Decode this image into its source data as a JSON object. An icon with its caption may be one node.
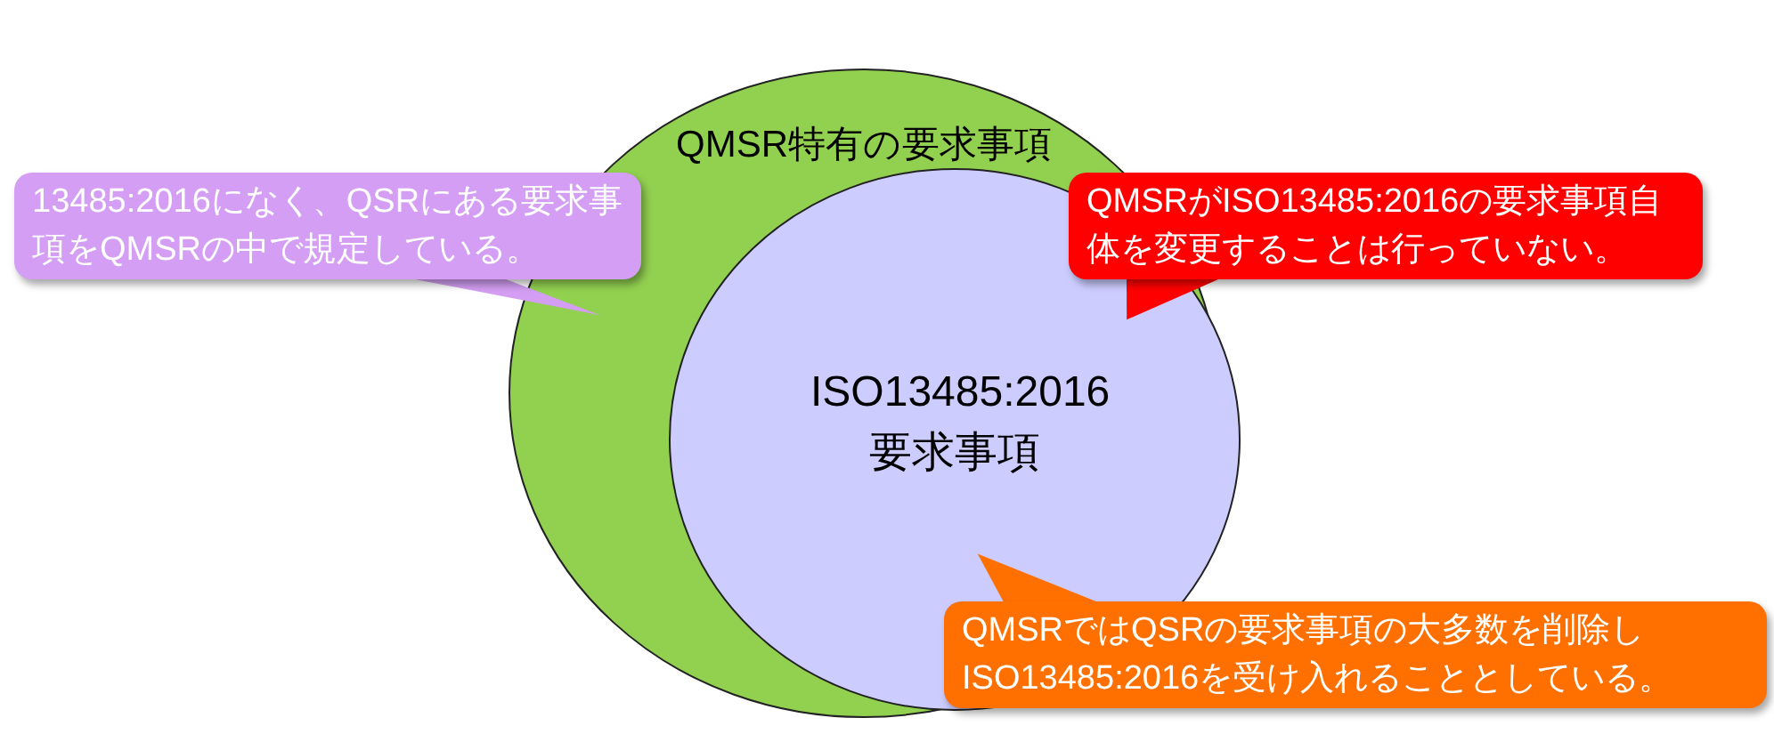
{
  "diagram": {
    "nodes": [
      {
        "text": [
          "QMSR特有の要求事項"
        ]
      },
      {
        "text": [
          "ISO13485:2016 要求事項"
        ],
        "in": 0
      },
      {
        "text": [
          "13485:2016になく、QSRにある要求事項をQMSRの中で規定している。"
        ]
      },
      {
        "text": [
          "QMSRがISO13485:2016の要求事項自体を変更することは行っていない。"
        ]
      },
      {
        "text": [
          "QMSRではQSRの要求事項の大多数を削除しISO13485:2016を受け入れることとしている。"
        ]
      }
    ],
    "edges": [
      {
        "from": 2,
        "to": 0,
        "arrow": "none"
      },
      {
        "from": 3,
        "to": 1,
        "arrow": "none"
      },
      {
        "from": 4,
        "to": 1,
        "arrow": "none"
      }
    ]
  }
}
